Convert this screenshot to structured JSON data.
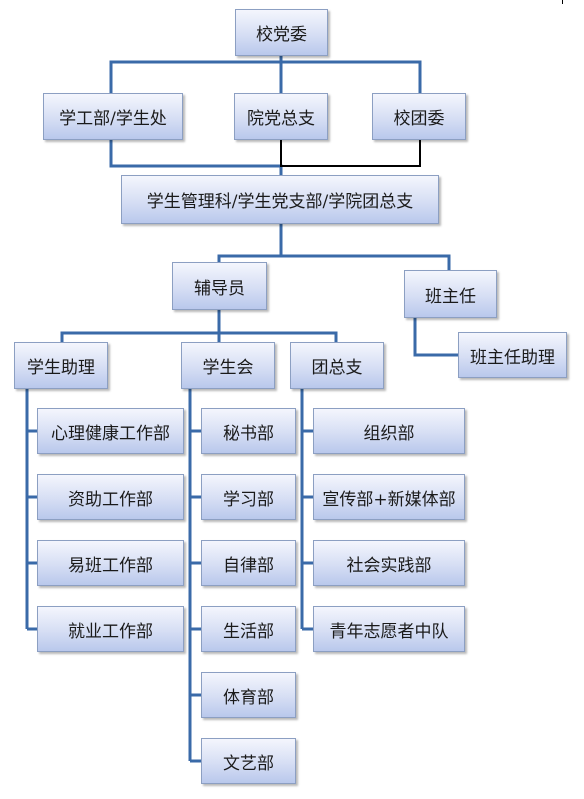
{
  "nodes": {
    "root": "校党委",
    "xuegongbu": "学工部/学生处",
    "yuandang": "院党总支",
    "xiaotuan": "校团委",
    "guanli": "学生管理科/学生党支部/学院团总支",
    "fudaoyuan": "辅导员",
    "banzhuren": "班主任",
    "banzhuren_zhuli": "班主任助理",
    "xuesheng_zhuli": "学生助理",
    "xueshenghui": "学生会",
    "tuanzongzhi": "团总支"
  },
  "assistant_depts": [
    "心理健康工作部",
    "资助工作部",
    "易班工作部",
    "就业工作部"
  ],
  "union_depts": [
    "秘书部",
    "学习部",
    "自律部",
    "生活部",
    "体育部",
    "文艺部"
  ],
  "league_depts": [
    "组织部",
    "宣传部+新媒体部",
    "社会实践部",
    "青年志愿者中队"
  ],
  "colors": {
    "blue_line": "#3a6aa8",
    "black_line": "#000000"
  }
}
